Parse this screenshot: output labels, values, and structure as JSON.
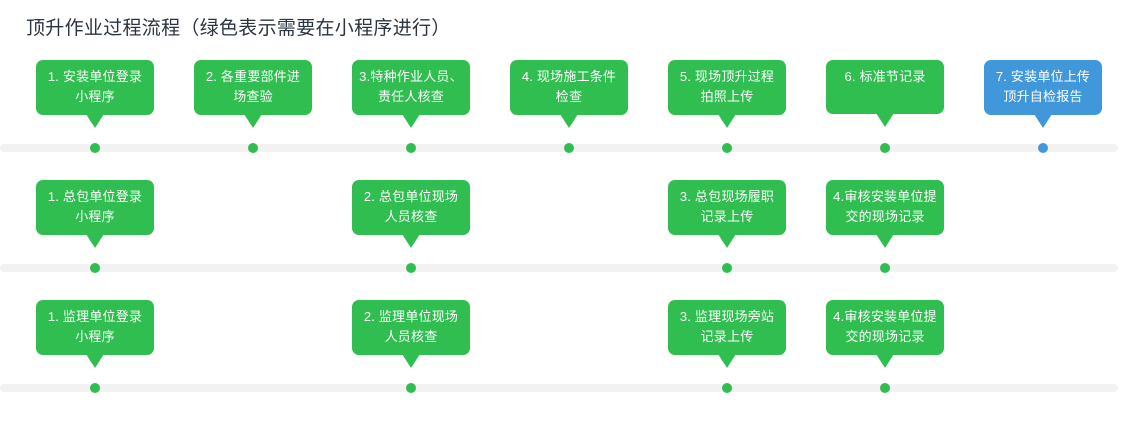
{
  "page": {
    "title": "顶升作业过程流程（绿色表示需要在小程序进行）",
    "colors": {
      "green": "#2fbe4f",
      "blue": "#4098db",
      "rail": "#f2f2f2",
      "title_text": "#2b3440",
      "background": "#ffffff"
    }
  },
  "rows": [
    {
      "name": "installation-unit-row",
      "nodes": [
        {
          "column": 1,
          "color": "green",
          "label": "1. 安装单位登录小程序"
        },
        {
          "column": 2,
          "color": "green",
          "label": "2. 各重要部件进场查验"
        },
        {
          "column": 3,
          "color": "green",
          "label": "3.特种作业人员、责任人核查"
        },
        {
          "column": 4,
          "color": "green",
          "label": "4. 现场施工条件检查"
        },
        {
          "column": 5,
          "color": "green",
          "label": "5. 现场顶升过程拍照上传"
        },
        {
          "column": 6,
          "color": "green",
          "label": "6. 标准节记录"
        },
        {
          "column": 7,
          "color": "blue",
          "label": "7. 安装单位上传顶升自检报告"
        }
      ]
    },
    {
      "name": "general-contractor-row",
      "nodes": [
        {
          "column": 1,
          "color": "green",
          "label": "1. 总包单位登录小程序"
        },
        {
          "column": 3,
          "color": "green",
          "label": "2. 总包单位现场人员核查"
        },
        {
          "column": 5,
          "color": "green",
          "label": "3. 总包现场履职记录上传"
        },
        {
          "column": 6,
          "color": "green",
          "label": "4.审核安装单位提交的现场记录"
        }
      ]
    },
    {
      "name": "supervision-unit-row",
      "nodes": [
        {
          "column": 1,
          "color": "green",
          "label": "1. 监理单位登录小程序"
        },
        {
          "column": 3,
          "color": "green",
          "label": "2. 监理单位现场人员核查"
        },
        {
          "column": 5,
          "color": "green",
          "label": "3. 监理现场旁站记录上传"
        },
        {
          "column": 6,
          "color": "green",
          "label": "4.审核安装单位提交的现场记录"
        }
      ]
    }
  ]
}
